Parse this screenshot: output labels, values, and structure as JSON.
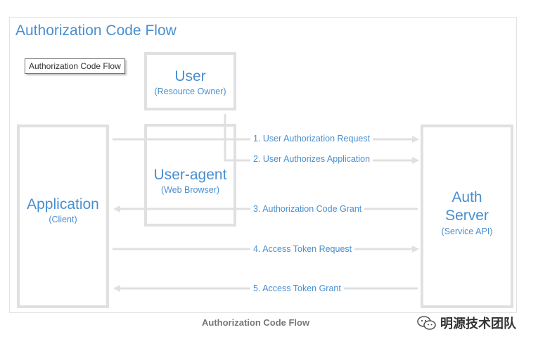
{
  "diagram": {
    "title": "Authorization Code Flow",
    "tooltip": "Authorization Code Flow",
    "caption": "Authorization Code Flow",
    "nodes": {
      "user": {
        "label": "User",
        "sublabel": "(Resource Owner)"
      },
      "user_agent": {
        "label": "User-agent",
        "sublabel": "(Web Browser)"
      },
      "application": {
        "label": "Application",
        "sublabel": "(Client)"
      },
      "auth_server": {
        "label_line1": "Auth",
        "label_line2": "Server",
        "sublabel": "(Service API)"
      }
    },
    "steps": [
      "1. User Authorization Request",
      "2. User Authorizes Application",
      "3. Authorization Code Grant",
      "4. Access Token Request",
      "5. Access Token Grant"
    ],
    "colors": {
      "accent": "#4a8fd0",
      "line": "#e0e0e0",
      "border": "#e3e3e3"
    }
  },
  "watermark": {
    "logo_icon": "wechat-icon",
    "text": "明源技术团队"
  }
}
